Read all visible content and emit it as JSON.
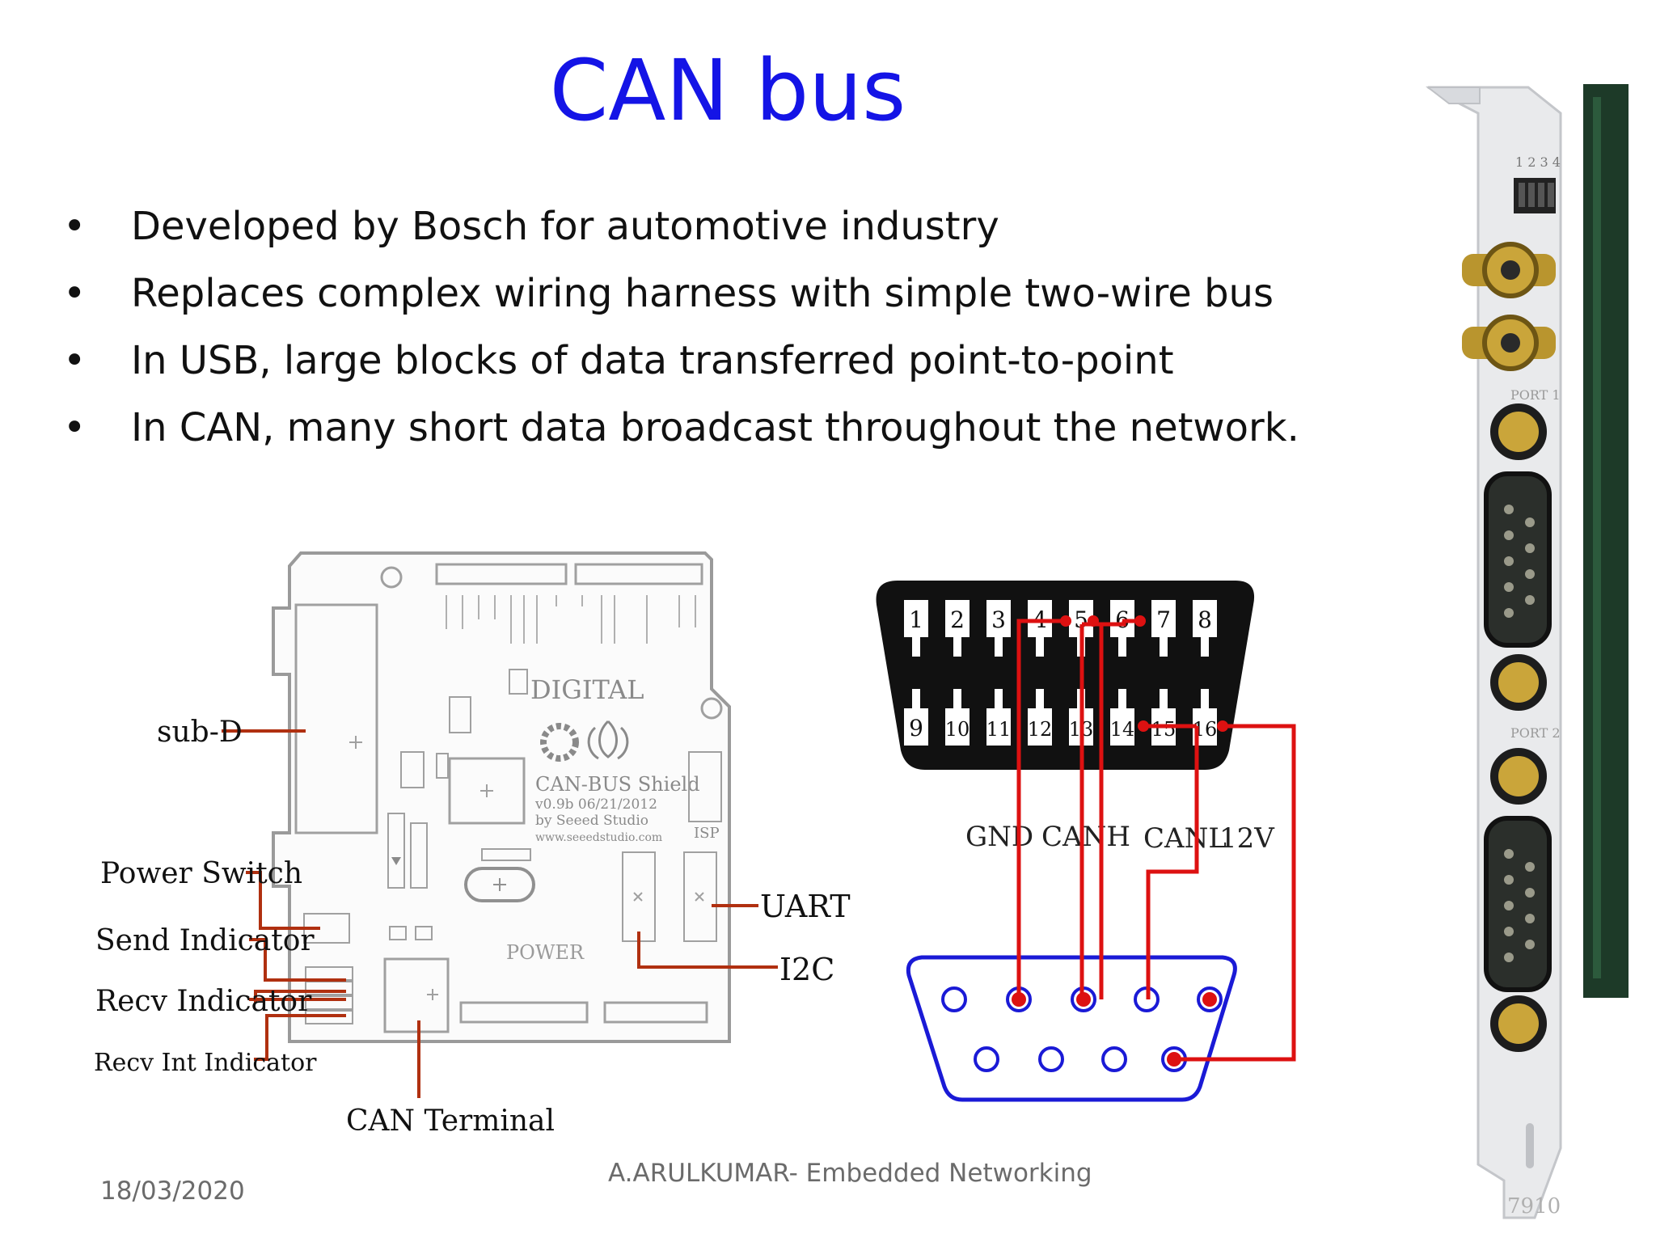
{
  "slide": {
    "title": "CAN bus",
    "bullets": [
      "Developed by Bosch for automotive industry",
      "Replaces complex wiring harness with simple two-wire bus",
      "In USB, large blocks of data transferred point-to-point",
      "In CAN, many short data broadcast throughout the network."
    ],
    "bullet_symbol": "•",
    "footer": {
      "date": "18/03/2020",
      "author": "A.ARULKUMAR- Embedded Networking"
    }
  },
  "shield_diagram": {
    "labels": {
      "sub_d": "sub-D",
      "power_switch": "Power Switch",
      "send_indicator": "Send Indicator",
      "recv_indicator": "Recv Indicator",
      "recv_int_indicator": "Recv Int Indicator",
      "can_terminal": "CAN Terminal",
      "uart": "UART",
      "i2c": "I2C"
    },
    "board_text": {
      "digital": "DIGITAL",
      "name": "CAN-BUS Shield",
      "version": "v0.9b 06/21/2012",
      "by": "by Seeed Studio",
      "url": "www.seeedstudio.com",
      "power": "POWER",
      "isp": "ISP"
    },
    "leader_color": "#b03010"
  },
  "obd_diagram": {
    "pins_top": [
      "1",
      "2",
      "3",
      "4",
      "5",
      "6",
      "7",
      "8"
    ],
    "pins_bottom": [
      "9",
      "10",
      "11",
      "12",
      "13",
      "14",
      "15",
      "16"
    ],
    "signal_labels": [
      "GND",
      "CANH",
      "CANL",
      "12V"
    ],
    "wire_color": "#dd1111",
    "connector_color": "#1a1ad6"
  },
  "card_photo": {
    "port_labels": [
      "PORT 1",
      "PORT 2"
    ],
    "switch_numbers": "1 2 3 4",
    "part_number": "7910"
  },
  "colors": {
    "title": "#1414e6",
    "text": "#111111",
    "footer": "#6b6b6b"
  }
}
